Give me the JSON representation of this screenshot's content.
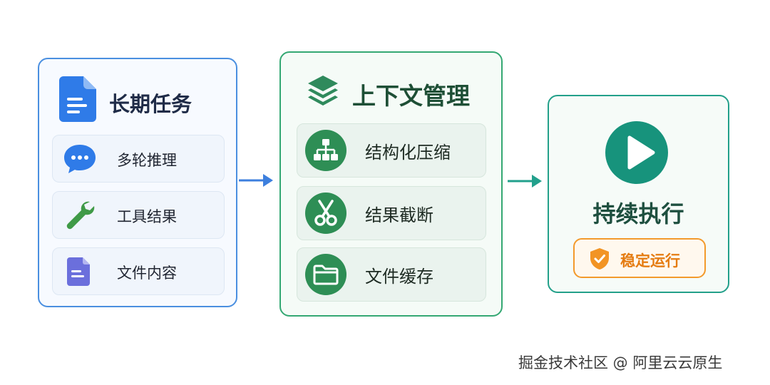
{
  "panels": {
    "long_task": {
      "title": "长期任务",
      "icon": "document-icon",
      "color": "#4a8fe0",
      "items": [
        {
          "label": "多轮推理",
          "icon": "chat-bubble-icon"
        },
        {
          "label": "工具结果",
          "icon": "wrench-icon"
        },
        {
          "label": "文件内容",
          "icon": "file-icon"
        }
      ]
    },
    "context_management": {
      "title": "上下文管理",
      "icon": "layers-icon",
      "color": "#34a873",
      "items": [
        {
          "label": "结构化压缩",
          "icon": "hierarchy-icon"
        },
        {
          "label": "结果截断",
          "icon": "scissors-icon"
        },
        {
          "label": "文件缓存",
          "icon": "folder-icon"
        }
      ]
    },
    "continuous_execution": {
      "title": "持续执行",
      "icon": "play-icon",
      "color": "#23a08a",
      "badge": {
        "label": "稳定运行",
        "icon": "shield-check-icon",
        "color": "#f39a2c"
      }
    }
  },
  "watermark": "掘金技术社区 @ 阿里云云原生"
}
